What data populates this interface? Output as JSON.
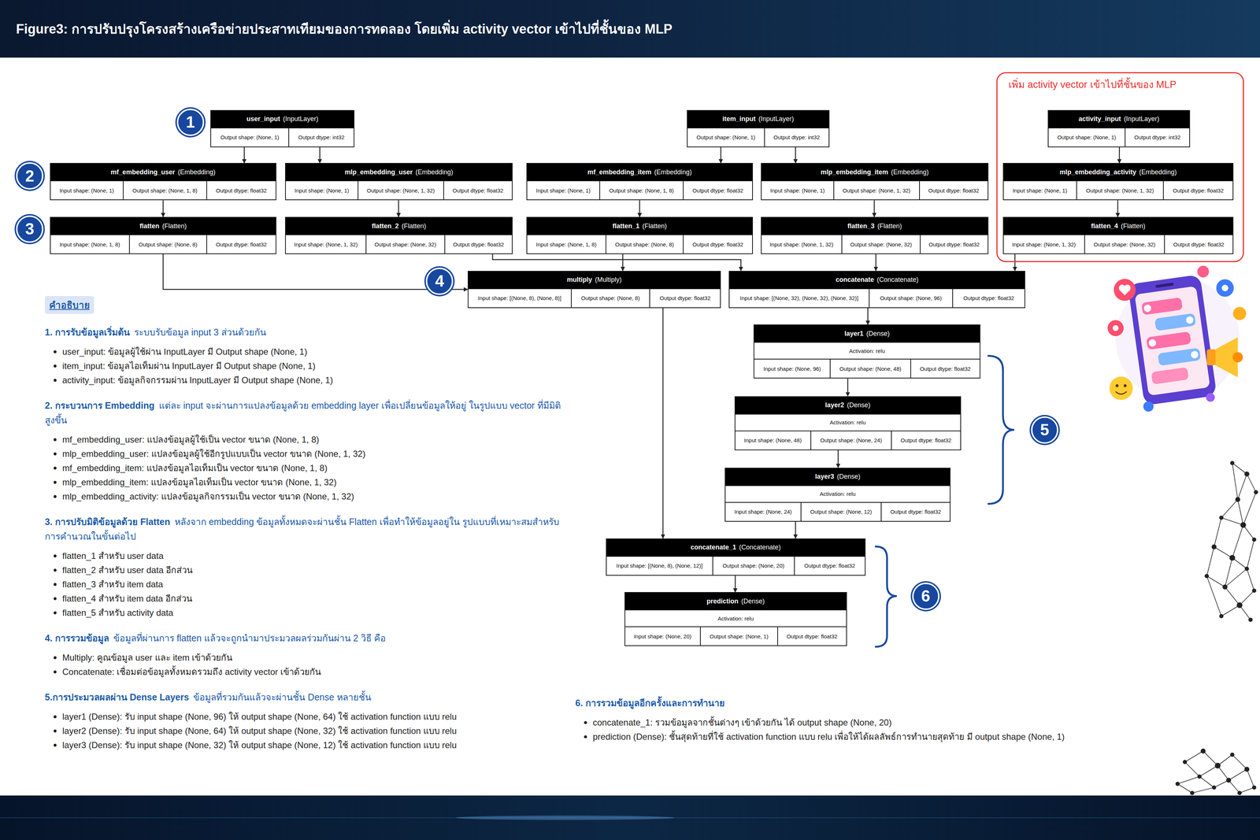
{
  "diagram": {
    "title": "Figure3: การปรับปรุงโครงสร้างเครือข่ายประสาทเทียมของการทดลอง โดยเพิ่ม activity vector เข้าไปที่ชั้นของ MLP",
    "nodes": [
      {
        "text": [
          "user_input",
          "(InputLayer)",
          "Output shape: (None, 1)",
          "Output dtype: int32"
        ]
      },
      {
        "text": [
          "item_input",
          "(InputLayer)",
          "Output shape: (None, 1)",
          "Output dtype: int32"
        ]
      },
      {
        "text": [
          "เพิ่ม activity vector เข้าไปที่ชั้นของ MLP"
        ]
      },
      {
        "text": [
          "activity_input",
          "(InputLayer)",
          "Output shape: (None, 1)",
          "Output dtype: int32"
        ],
        "in": 2
      },
      {
        "text": [
          "mf_embedding_user",
          "(Embedding)",
          "Input shape: (None, 1)",
          "Output shape: (None, 1, 8)",
          "Output dtype: float32"
        ]
      },
      {
        "text": [
          "mlp_embedding_user",
          "(Embedding)",
          "Input shape: (None, 1)",
          "Output shape: (None, 1, 32)",
          "Output dtype: float32"
        ]
      },
      {
        "text": [
          "mf_embedding_item",
          "(Embedding)",
          "Input shape: (None, 1)",
          "Output shape: (None, 1, 8)",
          "Output dtype: float32"
        ]
      },
      {
        "text": [
          "mlp_embedding_item",
          "(Embedding)",
          "Input shape: (None, 1)",
          "Output shape: (None, 1, 32)",
          "Output dtype: float32"
        ]
      },
      {
        "text": [
          "mlp_embedding_activity",
          "(Embedding)",
          "Input shape: (None, 1)",
          "Output shape: (None, 1, 32)",
          "Output dtype: float32"
        ],
        "in": 2
      },
      {
        "text": [
          "flatten",
          "(Flatten)",
          "Input shape: (None, 1, 8)",
          "Output shape: (None, 8)",
          "Output dtype: float32"
        ]
      },
      {
        "text": [
          "flatten_2",
          "(Flatten)",
          "Input shape: (None, 1, 32)",
          "Output shape: (None, 32)",
          "Output dtype: float32"
        ]
      },
      {
        "text": [
          "flatten_1",
          "(Flatten)",
          "Input shape: (None, 1, 8)",
          "Output shape: (None, 8)",
          "Output dtype: float32"
        ]
      },
      {
        "text": [
          "flatten_3",
          "(Flatten)",
          "Input shape: (None, 1, 32)",
          "Output shape: (None, 32)",
          "Output dtype: float32"
        ]
      },
      {
        "text": [
          "flatten_4",
          "(Flatten)",
          "Input shape: (None, 1, 32)",
          "Output shape: (None, 32)",
          "Output dtype: float32"
        ],
        "in": 2
      },
      {
        "text": [
          "multiply",
          "(Multiply)",
          "Input shape: [(None, 8), (None, 8)]",
          "Output shape: (None, 8)",
          "Output dtype: float32"
        ]
      },
      {
        "text": [
          "concatenate",
          "(Concatenate)",
          "Input shape: [(None, 32), (None, 32), (None, 32)]",
          "Output shape: (None, 96)",
          "Output dtype: float32"
        ]
      },
      {
        "text": [
          "layer1",
          "(Dense)",
          "Activation: relu",
          "Input shape: (None, 96)",
          "Output shape: (None, 48)",
          "Output dtype: float32"
        ]
      },
      {
        "text": [
          "layer2",
          "(Dense)",
          "Activation: relu",
          "Input shape: (None, 48)",
          "Output shape: (None, 24)",
          "Output dtype: float32"
        ]
      },
      {
        "text": [
          "layer3",
          "(Dense)",
          "Activation: relu",
          "Input shape: (None, 24)",
          "Output shape: (None, 12)",
          "Output dtype: float32"
        ]
      },
      {
        "text": [
          "concatenate_1",
          "(Concatenate)",
          "Input shape: [(None, 8), (None, 12)]",
          "Output shape: (None, 20)",
          "Output dtype: float32"
        ]
      },
      {
        "text": [
          "prediction",
          "(Dense)",
          "Activation: relu",
          "Input shape: (None, 20)",
          "Output shape: (None, 1)",
          "Output dtype: float32"
        ]
      }
    ],
    "edges": [
      {
        "from": 0,
        "to": 4,
        "arrow": "to"
      },
      {
        "from": 0,
        "to": 5,
        "arrow": "to"
      },
      {
        "from": 1,
        "to": 6,
        "arrow": "to"
      },
      {
        "from": 1,
        "to": 7,
        "arrow": "to"
      },
      {
        "from": 3,
        "to": 8,
        "arrow": "to"
      },
      {
        "from": 4,
        "to": 9,
        "arrow": "to"
      },
      {
        "from": 5,
        "to": 10,
        "arrow": "to"
      },
      {
        "from": 6,
        "to": 11,
        "arrow": "to"
      },
      {
        "from": 7,
        "to": 12,
        "arrow": "to"
      },
      {
        "from": 8,
        "to": 13,
        "arrow": "to"
      },
      {
        "from": 9,
        "to": 14,
        "arrow": "to"
      },
      {
        "from": 11,
        "to": 14,
        "arrow": "to"
      },
      {
        "from": 10,
        "to": 15,
        "arrow": "to"
      },
      {
        "from": 12,
        "to": 15,
        "arrow": "to"
      },
      {
        "from": 13,
        "to": 15,
        "arrow": "to"
      },
      {
        "from": 15,
        "to": 16,
        "arrow": "to"
      },
      {
        "from": 16,
        "to": 17,
        "arrow": "to"
      },
      {
        "from": 17,
        "to": 18,
        "arrow": "to"
      },
      {
        "from": 18,
        "to": 19,
        "arrow": "to"
      },
      {
        "from": 14,
        "to": 19,
        "arrow": "to"
      },
      {
        "from": 19,
        "to": 20,
        "arrow": "to"
      }
    ],
    "labels": [
      "1",
      "2",
      "3",
      "4",
      "5",
      "6",
      "คำอธิบาย",
      "1. การรับข้อมูลเริ่มต้น",
      "ระบบรับข้อมูล input 3 ส่วนด้วยกัน",
      "user_input: ข้อมูลผู้ใช้ผ่าน InputLayer มี Output shape (None, 1)",
      "item_input: ข้อมูลไอเท็มผ่าน InputLayer มี Output shape (None, 1)",
      "activity_input: ข้อมูลกิจกรรมผ่าน InputLayer มี Output shape (None, 1)",
      "2. กระบวนการ Embedding",
      "แต่ละ input จะผ่านการแปลงข้อมูลด้วย embedding layer เพื่อเปลี่ยนข้อมูลให้อยู่ ในรูปแบบ vector ที่มีมิติสูงขึ้น",
      "mf_embedding_user: แปลงข้อมูลผู้ใช้เป็น vector ขนาด (None, 1, 8)",
      "mlp_embedding_user: แปลงข้อมูลผู้ใช้อีกรูปแบบเป็น vector ขนาด (None, 1, 32)",
      "mf_embedding_item: แปลงข้อมูลไอเท็มเป็น vector ขนาด (None, 1, 8)",
      "mlp_embedding_item: แปลงข้อมูลไอเท็มเป็น vector ขนาด (None, 1, 32)",
      "mlp_embedding_activity: แปลงข้อมูลกิจกรรมเป็น vector ขนาด (None, 1, 32)",
      "3. การปรับมิติข้อมูลด้วย Flatten",
      "หลังจาก embedding ข้อมูลทั้งหมดจะผ่านชั้น Flatten เพื่อทำให้ข้อมูลอยู่ใน รูปแบบที่เหมาะสมสำหรับการคำนวณในขั้นต่อไป",
      "flatten_1 สำหรับ user data",
      "flatten_2 สำหรับ user data อีกส่วน",
      "flatten_3 สำหรับ item data",
      "flatten_4 สำหรับ item data อีกส่วน",
      "flatten_5 สำหรับ activity data",
      "4. การรวมข้อมูล",
      "ข้อมูลที่ผ่านการ flatten แล้วจะถูกนำมาประมวลผลร่วมกันผ่าน 2 วิธี คือ",
      "Multiply: คูณข้อมูล user และ item เข้าด้วยกัน",
      "Concatenate: เชื่อมต่อข้อมูลทั้งหมดรวมถึง activity vector เข้าด้วยกัน",
      "5.การประมวลผลผ่าน Dense Layers",
      "ข้อมูลที่รวมกันแล้วจะผ่านชั้น Dense หลายชั้น",
      "layer1 (Dense): รับ input shape (None, 96) ให้ output shape (None, 64) ใช้ activation function แบบ relu",
      "layer2 (Dense): รับ input shape (None, 64) ให้ output shape (None, 32) ใช้ activation function แบบ relu",
      "layer3 (Dense): รับ input shape (None, 32) ให้ output shape (None, 12) ใช้ activation function แบบ relu",
      "6. การรวมข้อมูลอีกครั้งและการทำนาย",
      "concatenate_1: รวมข้อมูลจากชั้นต่างๆ เข้าด้วยกัน ได้ output shape (None, 20)",
      "prediction (Dense): ชั้นสุดท้ายที่ใช้ activation function แบบ relu เพื่อให้ได้ผลลัพธ์การทำนายสุดท้าย มี output shape (None, 1)"
    ]
  }
}
